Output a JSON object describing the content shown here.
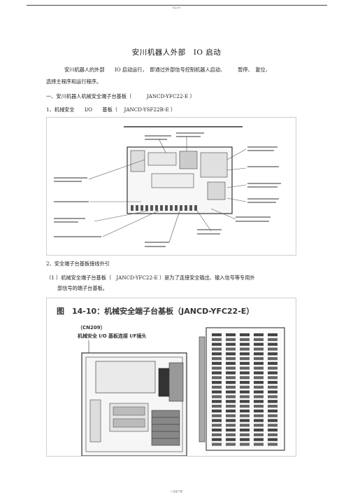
{
  "header": {
    "mark": "精品文档"
  },
  "title": "安川机器人外部　IO 启动",
  "paragraphs": {
    "intro_line1": "安川机器人的外部　　IO 启动运行，　即通过外部信号控制机器人启动、　　　暂停、　复位、",
    "intro_line2": "选择主程序和运行程序。",
    "section1": "一、安川机器人机械安全端子台基板（　　　JANCD-YFC22-E ）",
    "sub1": "1、机械安全　　I/O　　基板（　 JANCD-YSF22B-E ）",
    "sub2": "2、安全端子台基板接线外引",
    "item1_line1": "（1 ）机械安全端子台基板（　JANCD-YFC22-E ）是为了连接安全输出、输入信号等专用外",
    "item1_line2": "部信号的端子台基板。"
  },
  "figure2": {
    "caption": "图　14-10：机械安全端子台基板（JANCD-YFC22-E）",
    "label_line1": "（CN209）",
    "label_line2": "机械安全 I/O 基板连接 I/F插头"
  },
  "footer": {
    "mark": "1 欢迎下载"
  },
  "colors": {
    "text": "#222222",
    "frame": "#cfcfcf",
    "drawing": "#333333"
  }
}
